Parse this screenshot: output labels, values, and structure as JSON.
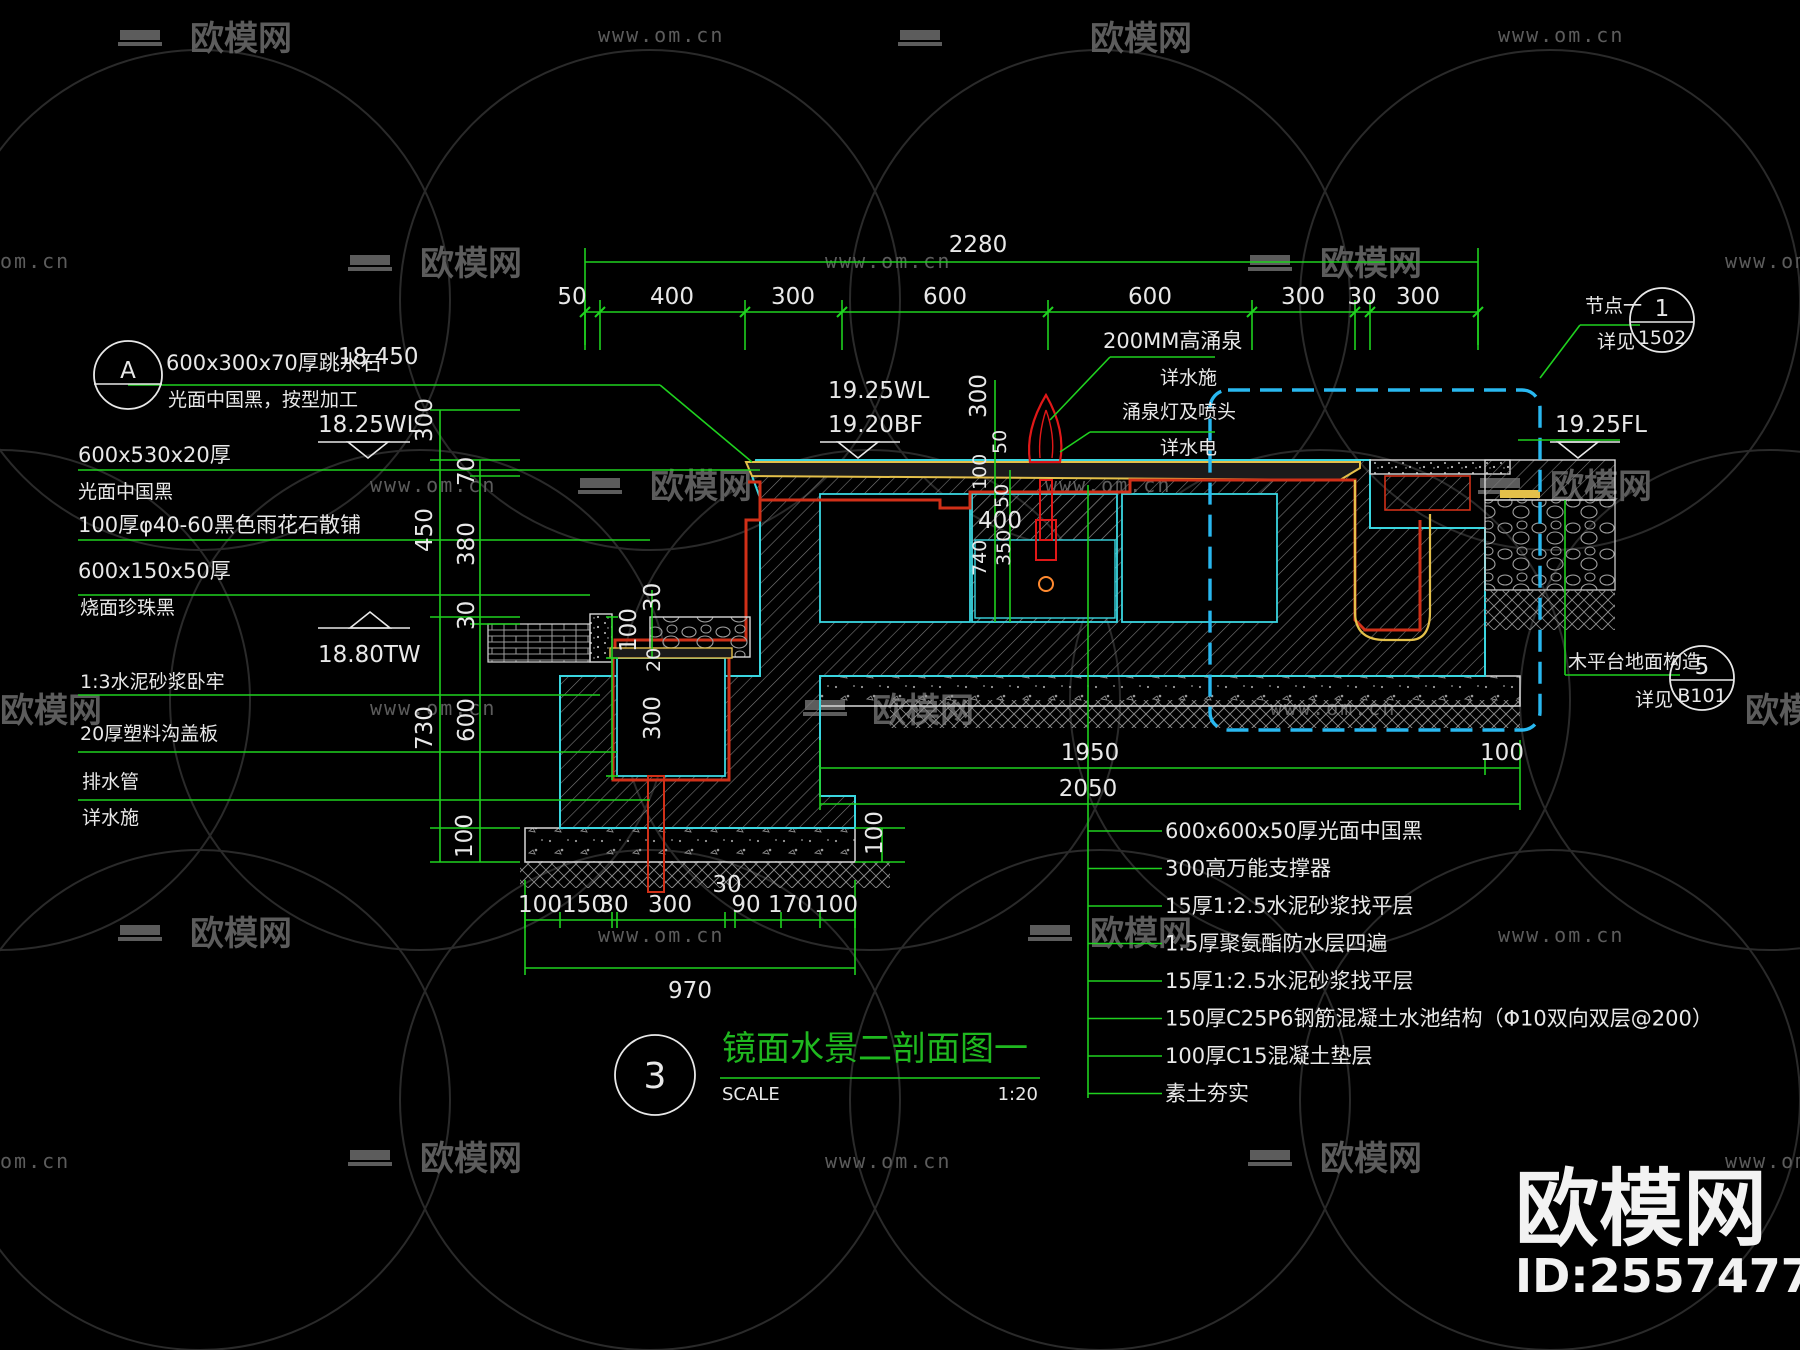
{
  "watermark": {
    "brand": "欧模网",
    "url": "www.om.cn",
    "url_short": "om.cn",
    "id": "ID:2557477"
  },
  "drawing": {
    "number": "3",
    "title": "镜面水景二剖面图一",
    "scale_label": "SCALE",
    "scale_value": "1:20"
  },
  "detail_a": {
    "letter": "A",
    "line1": "600x300x70厚跳水石",
    "line2": "光面中国黑，按型加工"
  },
  "left_notes": [
    {
      "title": "600x530x20厚",
      "sub": "光面中国黑"
    },
    {
      "title": "100厚φ40-60黑色雨花石散铺",
      "sub": ""
    },
    {
      "title": "600x150x50厚",
      "sub": "烧面珍珠黑"
    },
    {
      "title": "1:3水泥砂浆卧牢",
      "sub": ""
    },
    {
      "title": "20厚塑料沟盖板",
      "sub": ""
    },
    {
      "title": "排水管",
      "sub": "详水施"
    }
  ],
  "levels": {
    "top_stone": "18.450",
    "left_wl": "18.25WL",
    "center_wl": "19.25WL",
    "center_bf": "19.20BF",
    "right_fl": "19.25FL",
    "tw": "18.80TW"
  },
  "fountain": {
    "line1": "200MM高涌泉",
    "line2": "详水施",
    "line3": "涌泉灯及喷头",
    "line4": "详水电"
  },
  "node_ref": {
    "label": "节点一",
    "see": "详见",
    "num": "1",
    "sheet": "1502"
  },
  "deck_ref": {
    "label": "木平台地面构造",
    "see": "详见",
    "num": "5",
    "sheet": "B101"
  },
  "dims": {
    "overall": "2280",
    "top": [
      "50",
      "400",
      "300",
      "600",
      "600",
      "300",
      "30",
      "300"
    ],
    "left_vertical": [
      "300",
      "450",
      "730",
      "100"
    ],
    "left_vertical_inner": [
      "70",
      "380",
      "30",
      "600"
    ],
    "center_vertical": [
      "300",
      "50",
      "100",
      "50",
      "400",
      "350",
      "740"
    ],
    "trench": [
      "30",
      "100",
      "20",
      "300"
    ],
    "bottom": [
      "100",
      "150",
      "30",
      "300",
      "90",
      "170",
      "100"
    ],
    "bottom_small": "30",
    "bottom_total": "970",
    "base_right": "100",
    "slab_1950": "1950",
    "slab_100": "100",
    "slab_2050": "2050"
  },
  "layers": [
    "600x600x50厚光面中国黑",
    "300高万能支撑器",
    "15厚1:2.5水泥砂浆找平层",
    "1.5厚聚氨酯防水层四遍",
    "15厚1:2.5水泥砂浆找平层",
    "150厚C25P6钢筋混凝土水池结构（Φ10双向双层@200）",
    "100厚C15混凝土垫层",
    "素土夯实"
  ],
  "colors": {
    "background": "#000000",
    "dimension": "#1fd11f",
    "section": "#3ad6e0",
    "waterproof": "#d03018",
    "fountain": "#e01818",
    "cutline": "#29b8f0",
    "watermark": "#5c5c5c"
  }
}
